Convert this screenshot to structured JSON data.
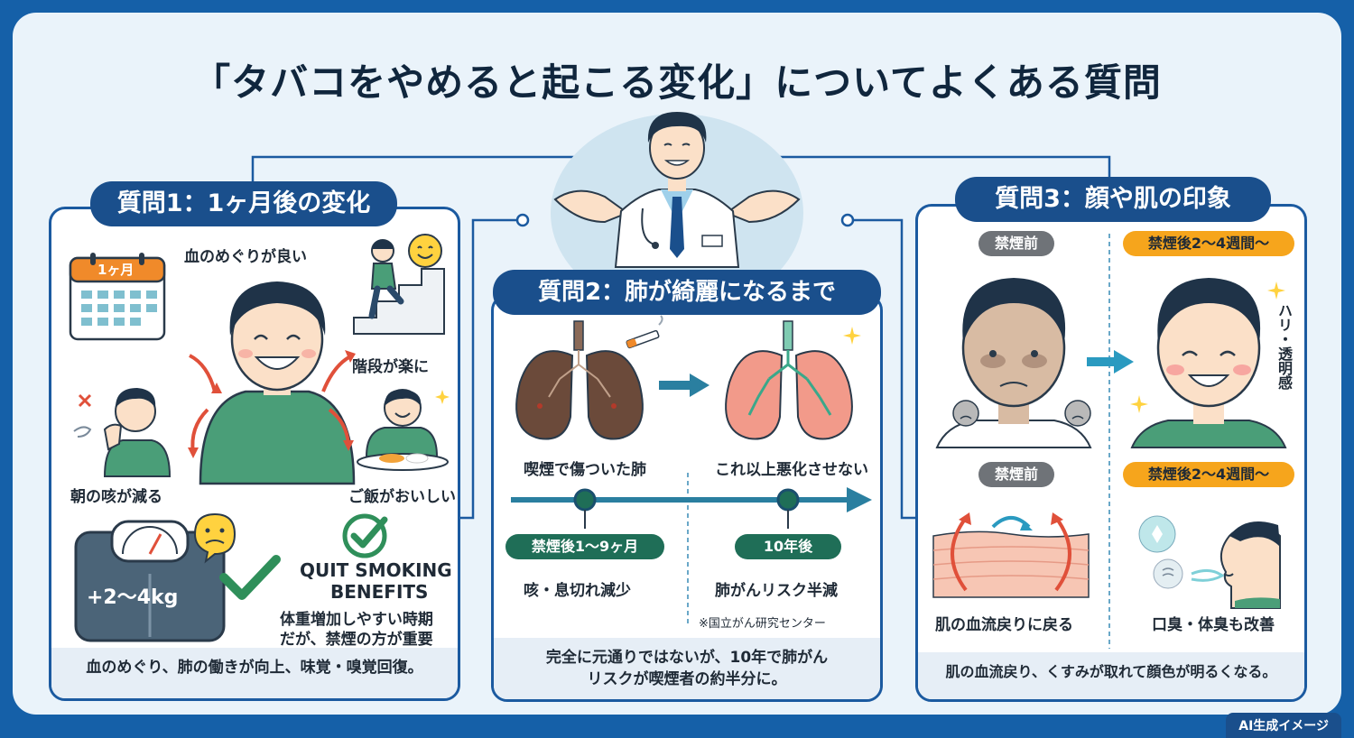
{
  "title": "「タバコをやめると起こる変化」についてよくある質問",
  "badge": "AI生成イメージ",
  "q1": {
    "heading": "質問1：1ヶ月後の変化",
    "calendar": "1ヶ月",
    "blood": "血のめぐりが良い",
    "stairs": "階段が楽に",
    "cough": "朝の咳が減る",
    "meal": "ご飯がおいしい",
    "scale": "+2〜4kg",
    "benefits_en": "QUIT SMOKING\nBENEFITS",
    "benefits_line1": "QUIT SMOKING",
    "benefits_line2": "BENEFITS",
    "weight_note_1": "体重増加しやすい時期",
    "weight_note_2": "だが、禁煙の方が重要",
    "footer": "血のめぐり、肺の働きが向上、味覚・嗅覚回復。"
  },
  "q2": {
    "heading": "質問2：肺が綺麗になるまで",
    "damaged": "喫煙で傷ついた肺",
    "no_worse": "これ以上悪化させない",
    "stage1_tag": "禁煙後1〜9ヶ月",
    "stage1_text": "咳・息切れ減少",
    "stage2_tag": "10年後",
    "stage2_text": "肺がんリスク半減",
    "source": "※国立がん研究センター",
    "footer_1": "完全に元通りではないが、10年で肺がん",
    "footer_2": "リスクが喫煙者の約半分に。"
  },
  "q3": {
    "heading": "質問3：顔や肌の印象",
    "before_1": "禁煙前",
    "after_1": "禁煙後2〜4週間〜",
    "glow": "ハリ・透明感",
    "before_2": "禁煙前",
    "after_2": "禁煙後2〜4週間〜",
    "blood_flow": "肌の血流戻りに戻る",
    "odor": "口臭・体臭も改善",
    "footer": "肌の血流戻り、くすみが取れて顔色が明るくなる。"
  },
  "colors": {
    "navy": "#1a4f8c",
    "teal": "#1f6e57",
    "orange": "#f6a51c",
    "shirt": "#4a9e78",
    "red_arrow": "#e0503a"
  }
}
